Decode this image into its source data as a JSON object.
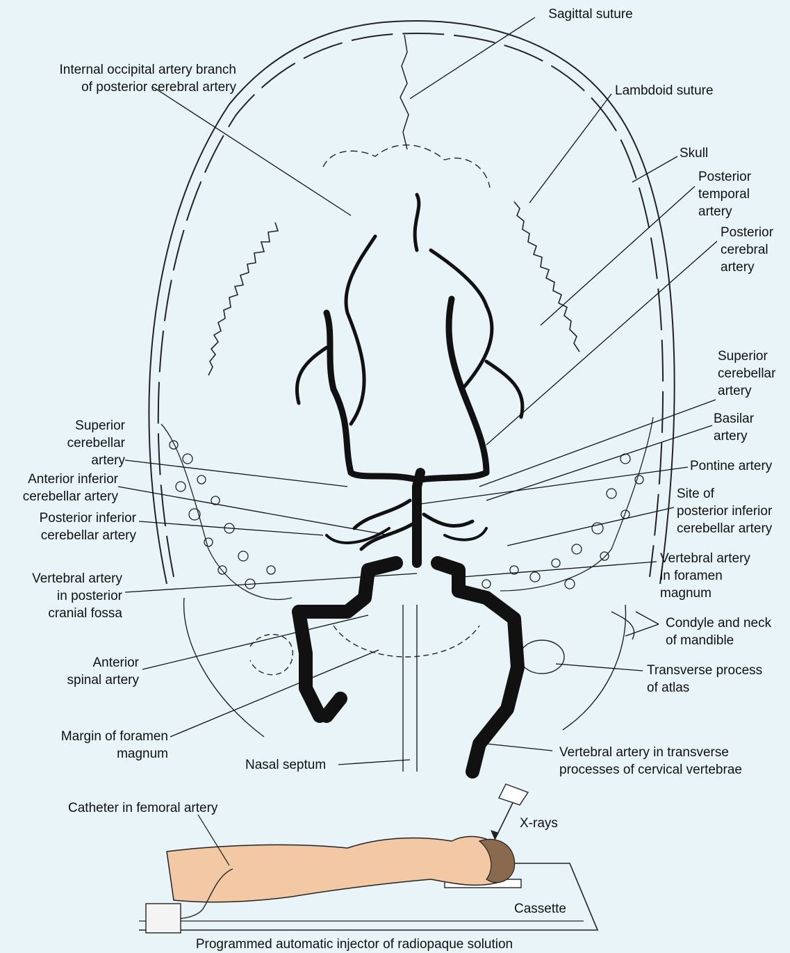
{
  "colors": {
    "background": "#e8f4f8",
    "artery": "#111111",
    "outline": "#222222",
    "skin": "#f2c9a4",
    "hair": "#8a6a4e"
  },
  "labels": {
    "sagittal_suture": "Sagittal suture",
    "internal_occipital": "Internal occipital artery branch\nof posterior cerebral artery",
    "lambdoid_suture": "Lambdoid suture",
    "skull": "Skull",
    "posterior_temporal": "Posterior\ntemporal\nartery",
    "posterior_cerebral": "Posterior\ncerebral\nartery",
    "superior_cerebellar_right": "Superior\ncerebellar\nartery",
    "basilar": "Basilar\nartery",
    "pontine": "Pontine artery",
    "site_pica": "Site of\nposterior inferior\ncerebellar artery",
    "vertebral_foramen_magnum": "Vertebral artery\nin foramen\nmagnum",
    "condyle_mandible": "Condyle and neck\nof mandible",
    "transverse_process_atlas": "Transverse process\nof atlas",
    "vertebral_transverse": "Vertebral artery in transverse\nprocesses of cervical vertebrae",
    "superior_cerebellar_left": "Superior\ncerebellar\nartery",
    "anterior_inferior_cerebellar": "Anterior inferior\ncerebellar artery",
    "posterior_inferior_cerebellar": "Posterior inferior\ncerebellar artery",
    "vertebral_posterior_fossa": "Vertebral artery\nin posterior\ncranial fossa",
    "anterior_spinal": "Anterior\nspinal artery",
    "margin_foramen_magnum": "Margin of foramen\nmagnum",
    "nasal_septum": "Nasal septum",
    "catheter_femoral": "Catheter in femoral artery",
    "x_rays": "X-rays",
    "cassette": "Cassette",
    "injector": "Programmed automatic injector of radiopaque solution"
  }
}
